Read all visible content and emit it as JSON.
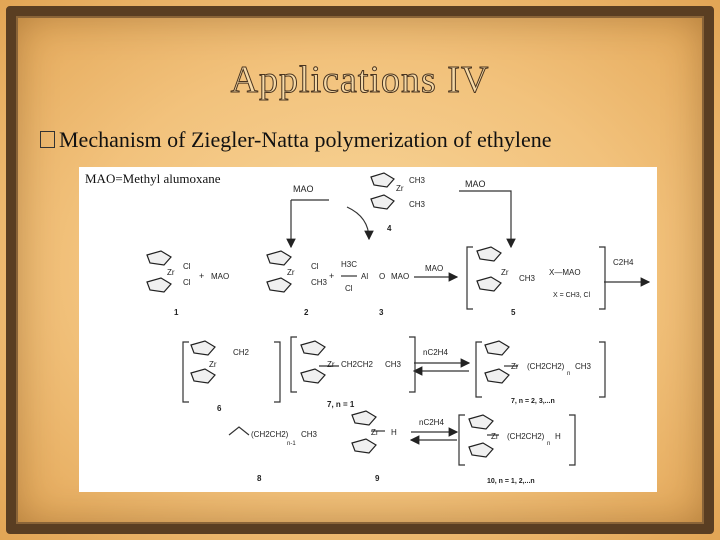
{
  "slide": {
    "title": "Applications IV",
    "bullet_glyph": "",
    "bullet_text": "Mechanism of Ziegler-Natta polymerization of ethylene"
  },
  "figure": {
    "label": "MAO=Methyl alumoxane",
    "texts": {
      "mao_top": "MAO",
      "mao_top_right": "MAO",
      "ch3_a": "CH3",
      "ch3_b": "CH3",
      "zr_top": "Zr",
      "num_4": "4",
      "cl_1a": "Cl",
      "cl_1b": "Cl",
      "zr_1": "Zr",
      "plus_1": "+",
      "mao_1": "MAO",
      "num_1": "1",
      "zr_2": "Zr",
      "cl_2": "Cl",
      "ch3_2": "CH3",
      "plus_2": "+",
      "num_2": "2",
      "h3c_3": "H3C",
      "al_3": "Al",
      "o_3": "O",
      "mao_3": "MAO",
      "cl_3": "Cl",
      "num_3": "3",
      "mao_arrow": "MAO",
      "zr_5": "Zr",
      "ch3_5": "CH3",
      "x_mao": "X—MAO",
      "x_eq": "X = CH3, Cl",
      "num_5": "5",
      "c2h4_top": "C2H4",
      "zr_6": "Zr",
      "ch2_6": "CH2",
      "num_6": "6",
      "zr_7": "Zr",
      "chain_7": "CH2CH2",
      "ch3_7": "CH3",
      "num_7": "7, n = 1",
      "nc2h4_mid": "nC2H4",
      "zr_7b": "Zr",
      "chain_7b": "(CH2CH2)",
      "n_7b": "n",
      "ch3_7b": "CH3",
      "num_7b": "7, n = 2, 3,...n",
      "chain_8": "(CH2CH2)",
      "n_8": "n-1",
      "ch3_8": "CH3",
      "num_8": "8",
      "zr_9": "Zr",
      "h_9": "H",
      "num_9": "9",
      "nc2h4_bot": "nC2H4",
      "zr_10": "Zr",
      "chain_10": "(CH2CH2)",
      "n_10": "n",
      "h_10": "H",
      "num_10": "10, n = 1, 2,...n"
    }
  }
}
